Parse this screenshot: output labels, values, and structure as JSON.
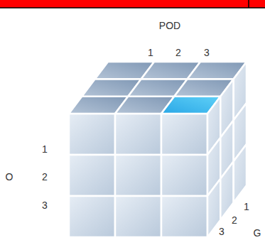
{
  "diagram": {
    "labels": [
      "POD",
      "1",
      "2",
      "3",
      "O",
      "1",
      "2",
      "3",
      "1",
      "2",
      "3",
      "G"
    ]
  }
}
